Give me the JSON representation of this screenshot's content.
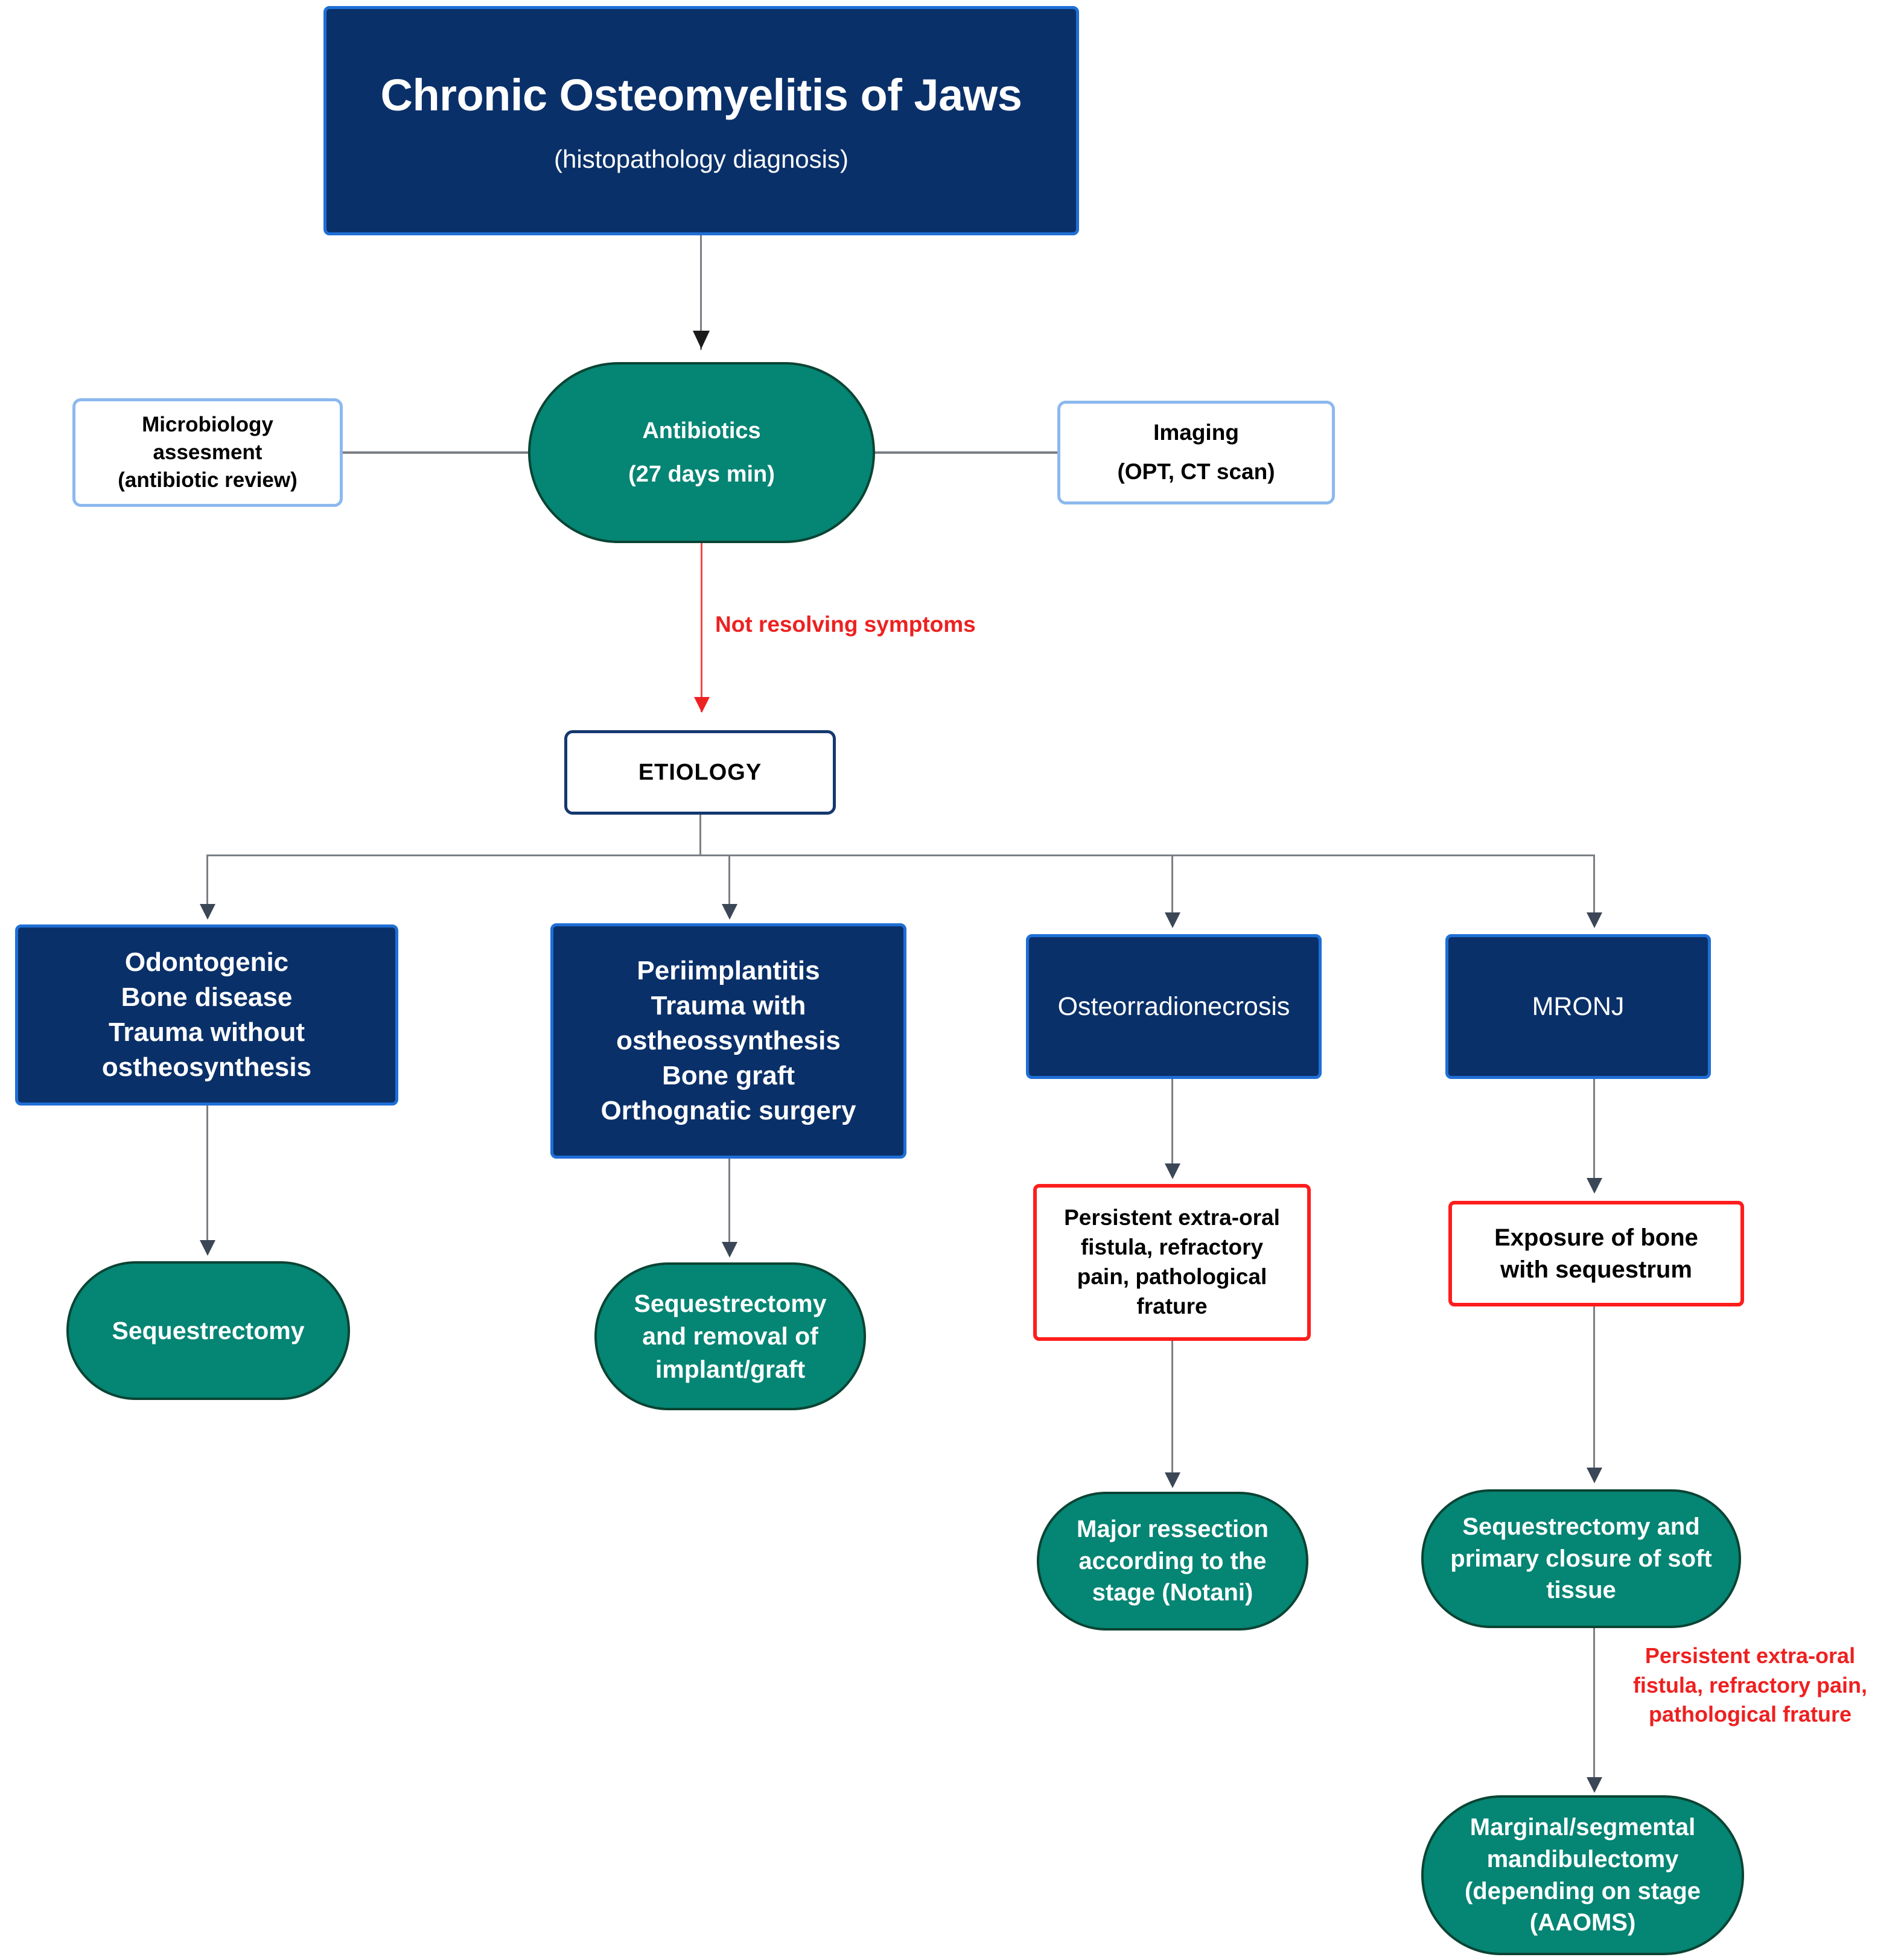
{
  "diagram": {
    "title_main": "Chronic Osteomyelitis of Jaws",
    "title_sub": "(histopathology diagnosis)",
    "colors": {
      "navy_fill": "#0a3069",
      "navy_border": "#1f6fd6",
      "green_fill": "#058574",
      "green_border": "#0b4434",
      "light_blue_border": "#8cb8ef",
      "dark_navy_border": "#15386e",
      "red_border": "#fe1d1d",
      "red_text": "#ee2020",
      "connector_gray": "#7b7f85"
    },
    "nodes": {
      "microbiology": "Microbiology\nassesment\n(antibiotic review)",
      "antibiotics": "Antibiotics\n(27 days min)",
      "imaging": "Imaging\n(OPT, CT scan)",
      "etiology": "ETIOLOGY",
      "odontogenic": "Odontogenic\nBone disease\nTrauma without\nostheosynthesis",
      "periimplantitis": "Periimplantitis\nTrauma with\nostheossynthesis\nBone graft\nOrthognatic surgery",
      "osteorradionecrosis": "Osteorradionecrosis",
      "mronj": "MRONJ",
      "sequestrectomy": "Sequestrectomy",
      "sequestrectomy_removal": "Sequestrectomy\nand removal of\nimplant/graft",
      "persistent_fistula_orn": "Persistent extra-oral\nfistula,  refractory\npain, pathological\nfrature",
      "exposure_bone": "Exposure of bone\nwith sequestrum",
      "major_ressection": "Major ressection\naccording to the\nstage (Notani)",
      "sequestrectomy_closure": "Sequestrectomy  and\nprimary closure of soft\ntissue",
      "mandibulectomy": "Marginal/segmental\nmandibulectomy\n(depending on stage\n(AAOMS)"
    },
    "edge_labels": {
      "not_resolving": "Not resolving symptoms",
      "persistent_fistula_mronj": "Persistent extra-oral\nfistula, refractory pain,\npathological frature"
    }
  }
}
